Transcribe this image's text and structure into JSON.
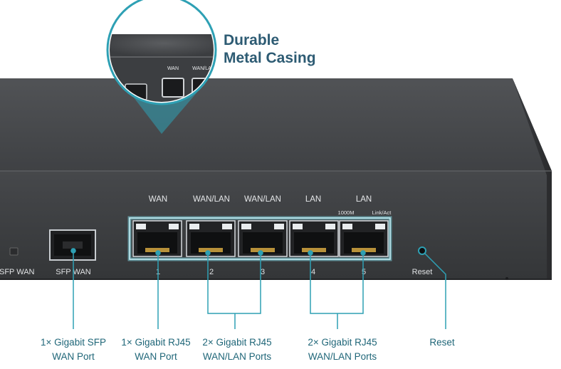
{
  "callout": {
    "line1": "Durable",
    "line2": "Metal Casing",
    "zoom_port_labels": [
      "WAN",
      "WAN/LAN"
    ]
  },
  "device": {
    "left_led_label": "SFP WAN",
    "sfp_port_label": "SFP WAN",
    "port_group_labels": [
      "WAN",
      "WAN/LAN",
      "WAN/LAN",
      "LAN",
      "LAN"
    ],
    "speed_led_label": "1000M",
    "link_led_label": "Link/Act",
    "port_numbers": [
      "1",
      "2",
      "3",
      "4",
      "5"
    ],
    "reset_label": "Reset"
  },
  "features": [
    {
      "line1": "1× Gigabit SFP",
      "line2": "WAN Port"
    },
    {
      "line1": "1× Gigabit RJ45",
      "line2": "WAN Port"
    },
    {
      "line1": "2× Gigabit RJ45",
      "line2": "WAN/LAN Ports"
    },
    {
      "line1": "2× Gigabit RJ45",
      "line2": "WAN/LAN Ports"
    },
    {
      "line1": "",
      "line2": "Reset"
    }
  ],
  "colors": {
    "casing": "#3d3f42",
    "casing_top": "#4a4c4f",
    "accent": "#2ea0b4",
    "label_text": "#1f6678",
    "title_text": "#2d5b73"
  }
}
